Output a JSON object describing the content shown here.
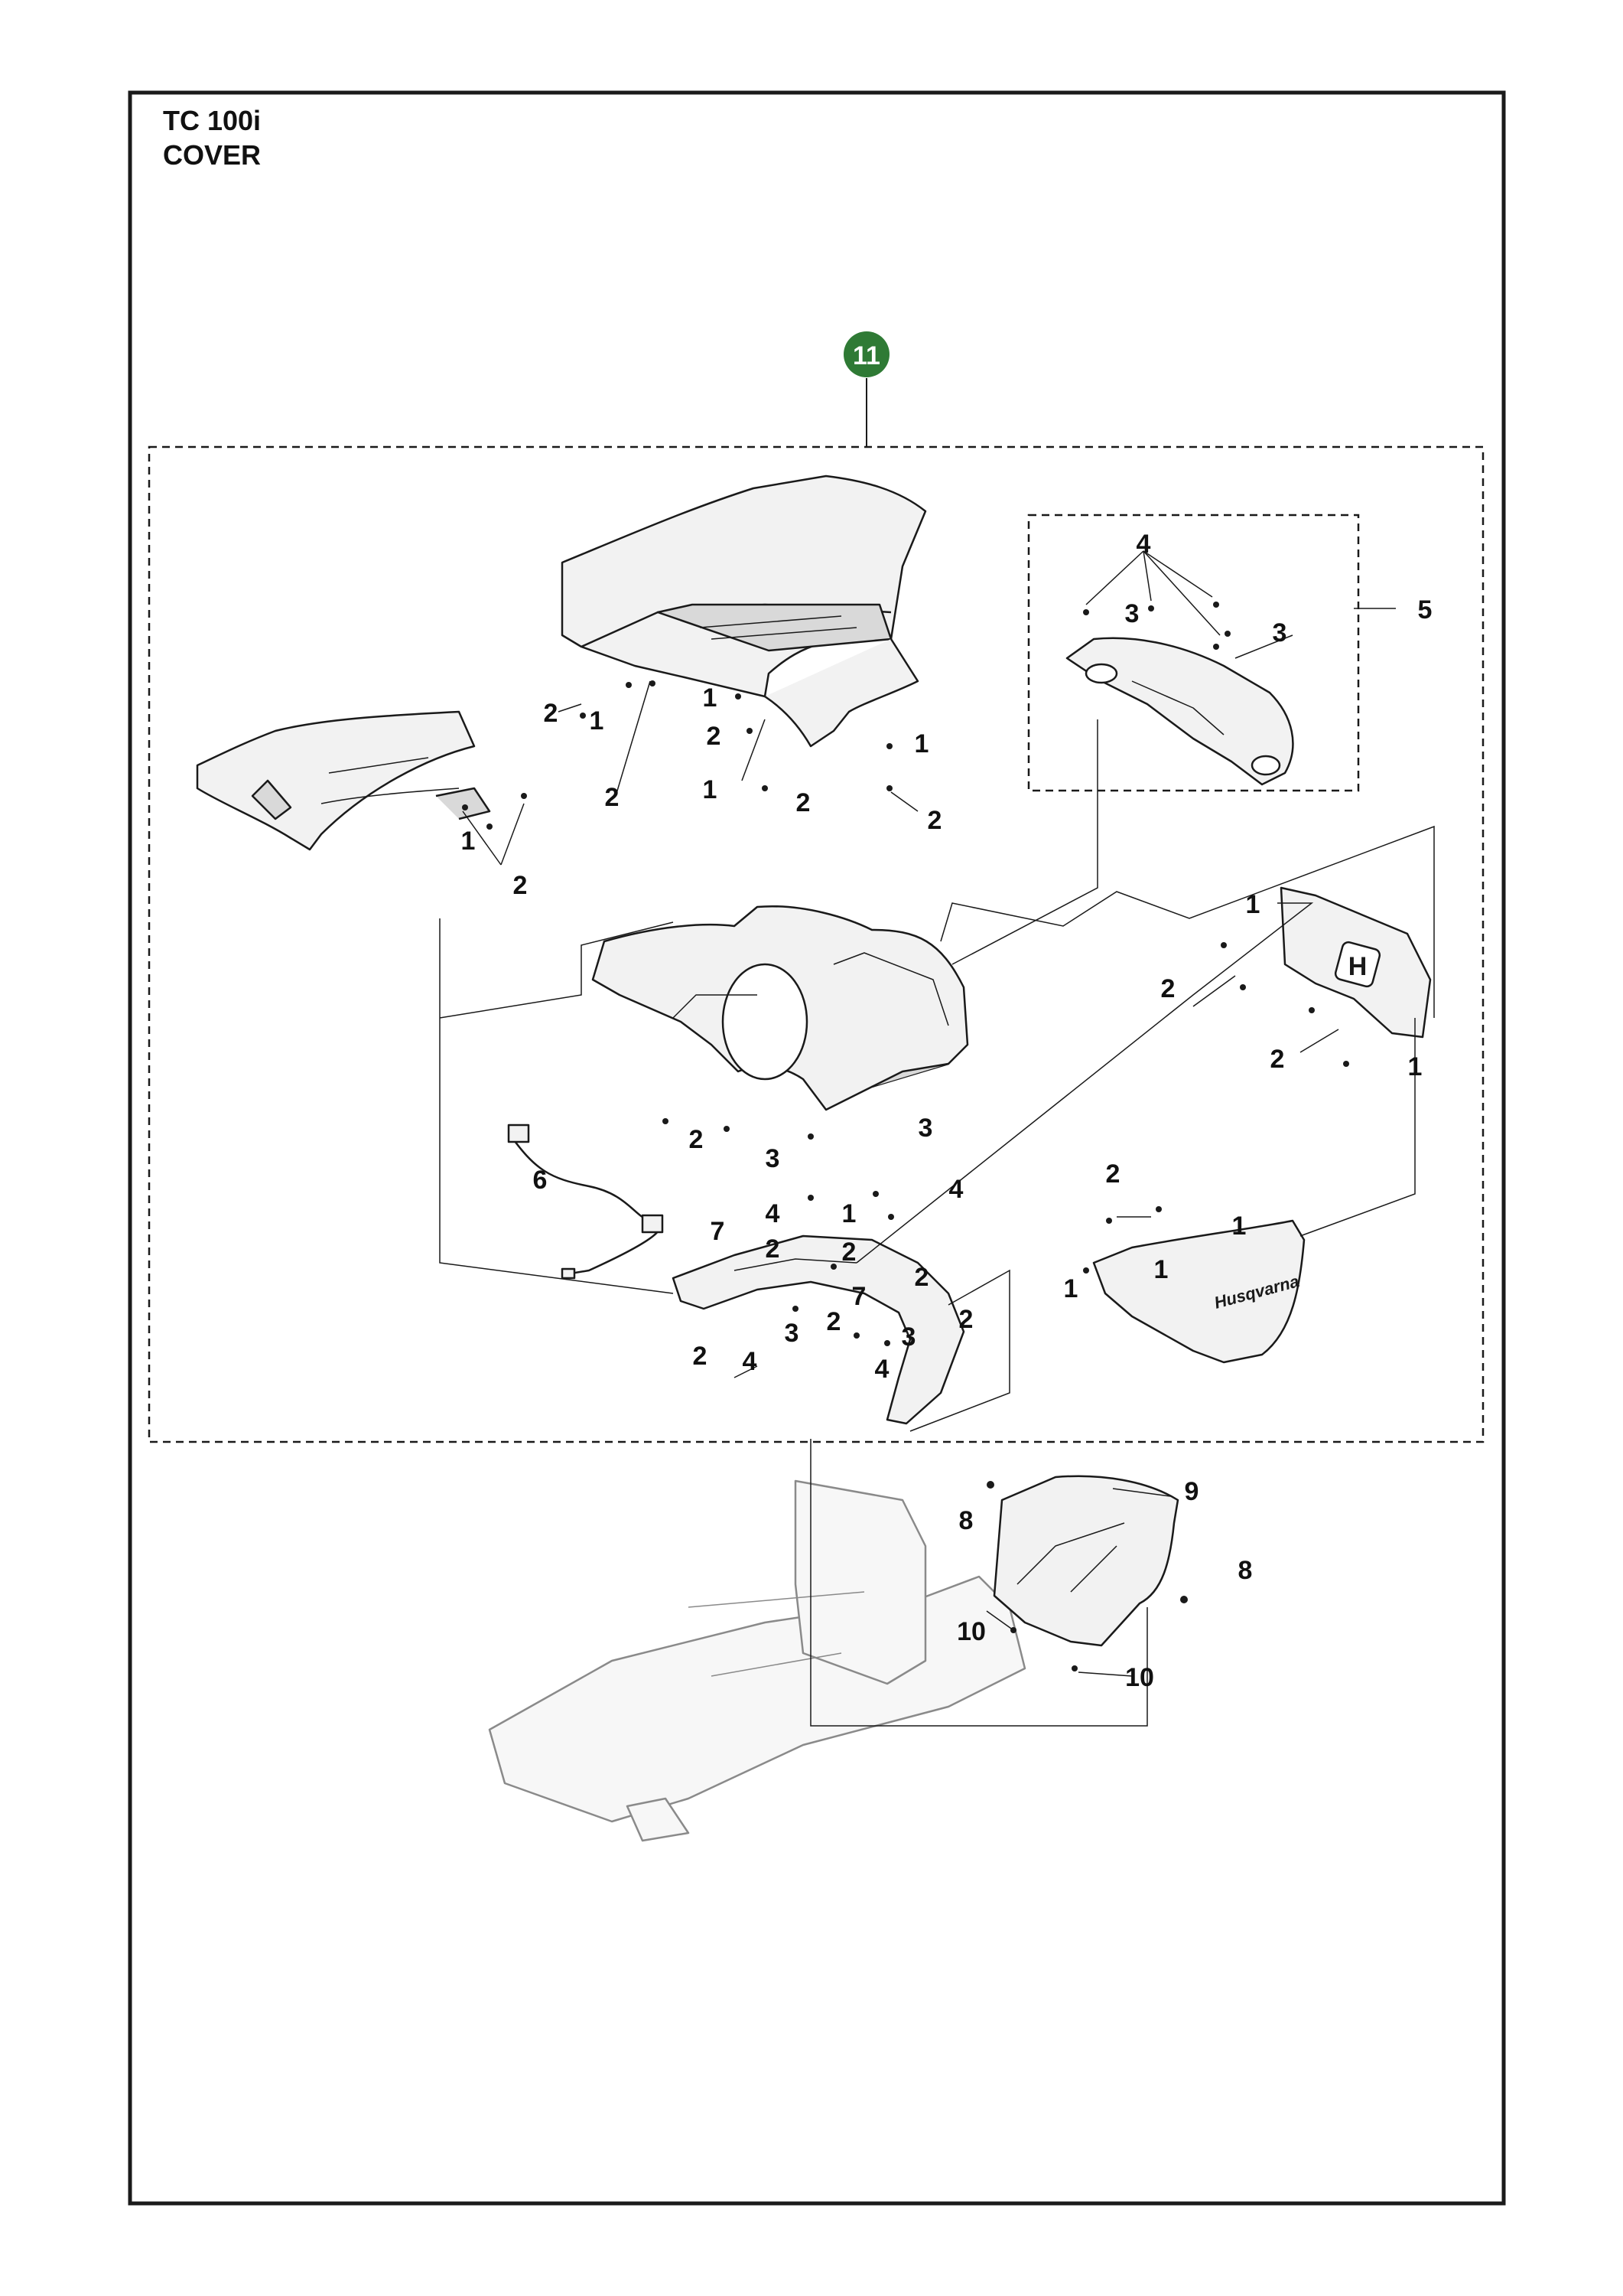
{
  "title": {
    "model": "TC 100i",
    "section": "COVER"
  },
  "assembly_badge": {
    "label": "11",
    "color": "#2f7a35"
  },
  "callouts": [
    {
      "id": "c1",
      "text": "4"
    },
    {
      "id": "c2",
      "text": "3"
    },
    {
      "id": "c3",
      "text": "3"
    },
    {
      "id": "c4",
      "text": "5"
    },
    {
      "id": "c5",
      "text": "2"
    },
    {
      "id": "c6",
      "text": "1"
    },
    {
      "id": "c7",
      "text": "1"
    },
    {
      "id": "c8",
      "text": "2"
    },
    {
      "id": "c9",
      "text": "1"
    },
    {
      "id": "c10",
      "text": "1"
    },
    {
      "id": "c11",
      "text": "2"
    },
    {
      "id": "c12",
      "text": "2"
    },
    {
      "id": "c13",
      "text": "2"
    },
    {
      "id": "c14",
      "text": "1"
    },
    {
      "id": "c15",
      "text": "2"
    },
    {
      "id": "c16",
      "text": "1"
    },
    {
      "id": "c17",
      "text": "2"
    },
    {
      "id": "c18",
      "text": "2"
    },
    {
      "id": "c19",
      "text": "1"
    },
    {
      "id": "c20",
      "text": "6"
    },
    {
      "id": "c21",
      "text": "2"
    },
    {
      "id": "c22",
      "text": "3"
    },
    {
      "id": "c23",
      "text": "3"
    },
    {
      "id": "c24",
      "text": "4"
    },
    {
      "id": "c25",
      "text": "4"
    },
    {
      "id": "c26",
      "text": "1"
    },
    {
      "id": "c27",
      "text": "2"
    },
    {
      "id": "c28",
      "text": "2"
    },
    {
      "id": "c29",
      "text": "1"
    },
    {
      "id": "c30",
      "text": "1"
    },
    {
      "id": "c31",
      "text": "1"
    },
    {
      "id": "c32",
      "text": "7"
    },
    {
      "id": "c33",
      "text": "2"
    },
    {
      "id": "c34",
      "text": "2"
    },
    {
      "id": "c35",
      "text": "7"
    },
    {
      "id": "c36",
      "text": "2"
    },
    {
      "id": "c37",
      "text": "2"
    },
    {
      "id": "c38",
      "text": "3"
    },
    {
      "id": "c39",
      "text": "2"
    },
    {
      "id": "c40",
      "text": "4"
    },
    {
      "id": "c41",
      "text": "3"
    },
    {
      "id": "c42",
      "text": "4"
    },
    {
      "id": "c43",
      "text": "9"
    },
    {
      "id": "c44",
      "text": "8"
    },
    {
      "id": "c45",
      "text": "8"
    },
    {
      "id": "c46",
      "text": "10"
    },
    {
      "id": "c47",
      "text": "10"
    }
  ],
  "logo_text": "Husqvarna",
  "colors": {
    "line": "#1a1a1a",
    "part_fill": "#f2f2f2",
    "part_shade": "#d9d9d9",
    "faint": "#999999"
  }
}
